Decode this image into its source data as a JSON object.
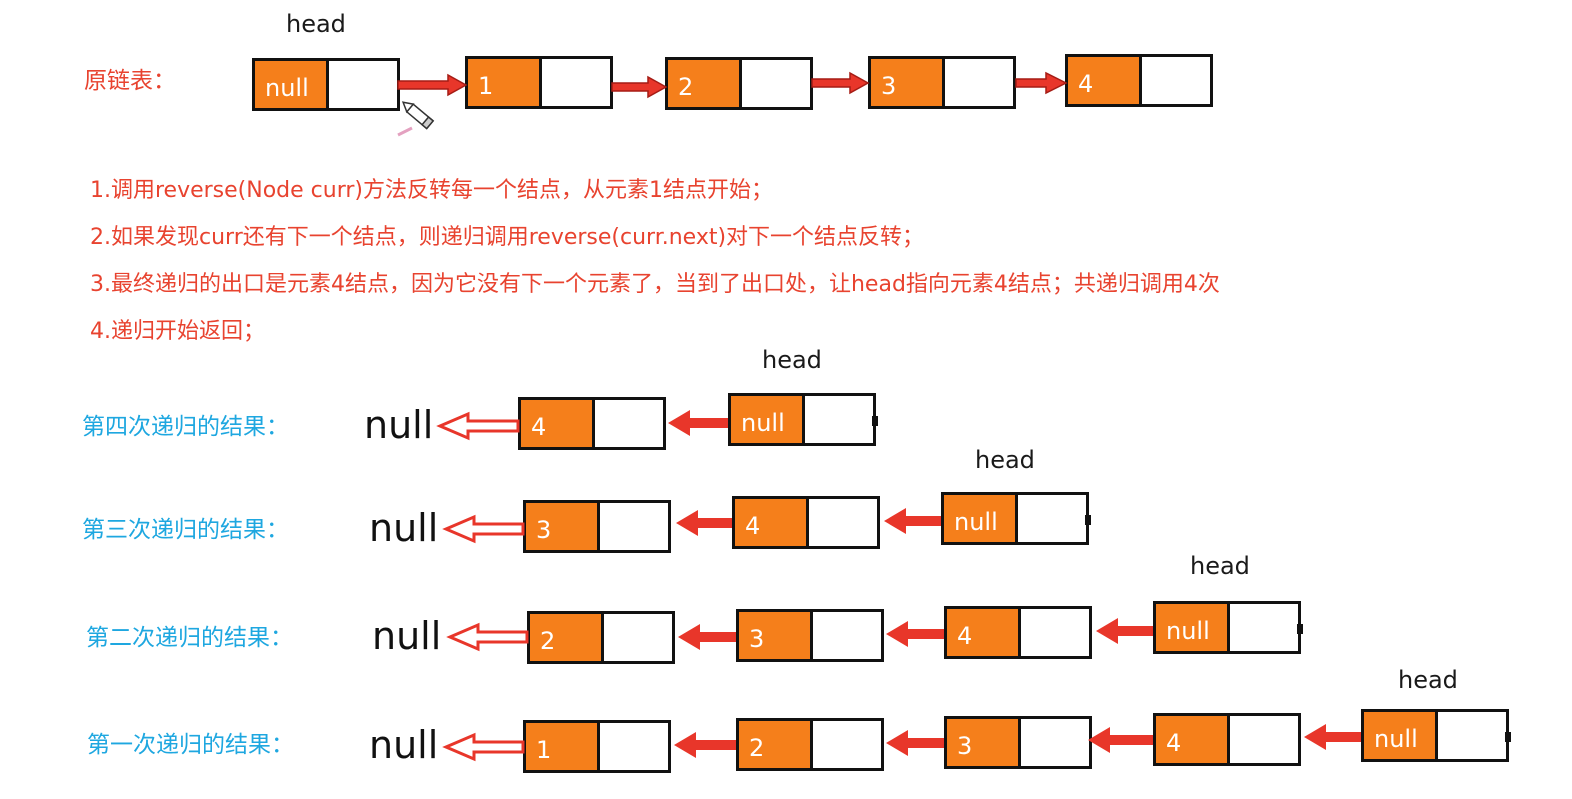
{
  "original": {
    "label": "原链表：",
    "head_label": "head",
    "nodes": [
      "null",
      "1",
      "2",
      "3",
      "4"
    ]
  },
  "steps": [
    "1.调用reverse(Node curr)方法反转每一个结点，从元素1结点开始；",
    "2.如果发现curr还有下一个结点，则递归调用reverse(curr.next)对下一个结点反转；",
    "3.最终递归的出口是元素4结点，因为它没有下一个元素了，当到了出口处，让head指向元素4结点；共递归调用4次",
    "4.递归开始返回；"
  ],
  "results": [
    {
      "label": "第四次递归的结果：",
      "null_text": "null",
      "head_label": "head",
      "nodes": [
        "4",
        "null"
      ]
    },
    {
      "label": "第三次递归的结果：",
      "null_text": "null",
      "head_label": "head",
      "nodes": [
        "3",
        "4",
        "null"
      ]
    },
    {
      "label": "第二次递归的结果：",
      "null_text": "null",
      "head_label": "head",
      "nodes": [
        "2",
        "3",
        "4",
        "null"
      ]
    },
    {
      "label": "第一次递归的结果：",
      "null_text": "null",
      "head_label": "head",
      "nodes": [
        "1",
        "2",
        "3",
        "4",
        "null"
      ]
    }
  ],
  "colors": {
    "node_fill": "#f57f1b",
    "arrow": "#e8362a",
    "text_red": "#e8432f",
    "text_blue": "#1ea7e0"
  },
  "icons": {
    "pencil_cursor": "pencil-icon"
  }
}
